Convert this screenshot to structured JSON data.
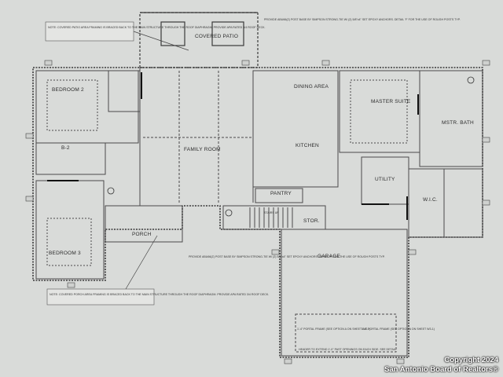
{
  "rooms": {
    "covered_patio": "COVERED PATIO",
    "bedroom2": "BEDROOM 2",
    "bedroom3": "BEDROOM 3",
    "bath2": "B-2",
    "dining_area": "DINING AREA",
    "kitchen": "KITCHEN",
    "family_room": "FAMILY ROOM",
    "pantry": "PANTRY",
    "master_suite": "MASTER SUITE",
    "mstr_bath": "MSTR. BATH",
    "utility": "UTILITY",
    "wic": "W.I.C.",
    "porch": "PORCH",
    "garage": "GARAGE",
    "stor": "STOR.",
    "stairs": "STAIRS UP"
  },
  "notes": {
    "patio_note": "NOTE: COVERED PATIO AREA FRAMING IS BRACED BACK TO THE MAIN STRUCTURE THROUGH THE ROOF DIAPHRAGM. PROVIDE APA RATED 3/4 ROOF DECK.",
    "post_note_top": "PROVIDE ABU66(Z) POST BASE BY SIMPSON STRONG-TIE W/ (2) 5/8\"x4\" SET EPOXY ANCHORS. DETAIL 'F' FOR THE USE OF ROUGH POSTS TYP.",
    "porch_note": "NOTE: COVERED PORCH AREA FRAMING IS BRACED BACK TO THE MAIN STRUCTURE THROUGH THE ROOF DIAPHRAGM. PROVIDE APA RATED 3/4 ROOF DECK.",
    "post_note_bottom": "PROVIDE ABU66(Z) POST BASE BY SIMPSON STRONG-TIE W/ (2) 5/8\"x4\" SET EPOXY ANCHORS. DETAIL 'F' FOR THE USE OF ROUGH POSTS TYP.",
    "header_note": "HEADER TO EXTEND 1'-0\" PAST OPENINGS ON EACH SIDE. SEE DETAIL",
    "portal_left": "1'-4\" PORTAL FRAME (SEE OPTION A ON SHEET W3-1)",
    "portal_right": "1'-4\" PORTAL FRAME (SEE OPTION A ON SHEET W3-1)"
  },
  "copyright": {
    "line1": "Copyright 2024",
    "line2": "San Antonio Board of Realtors®"
  },
  "colors": {
    "paper": "#d9dbd9",
    "line": "#3a3a3a",
    "dashed": "#555555"
  }
}
